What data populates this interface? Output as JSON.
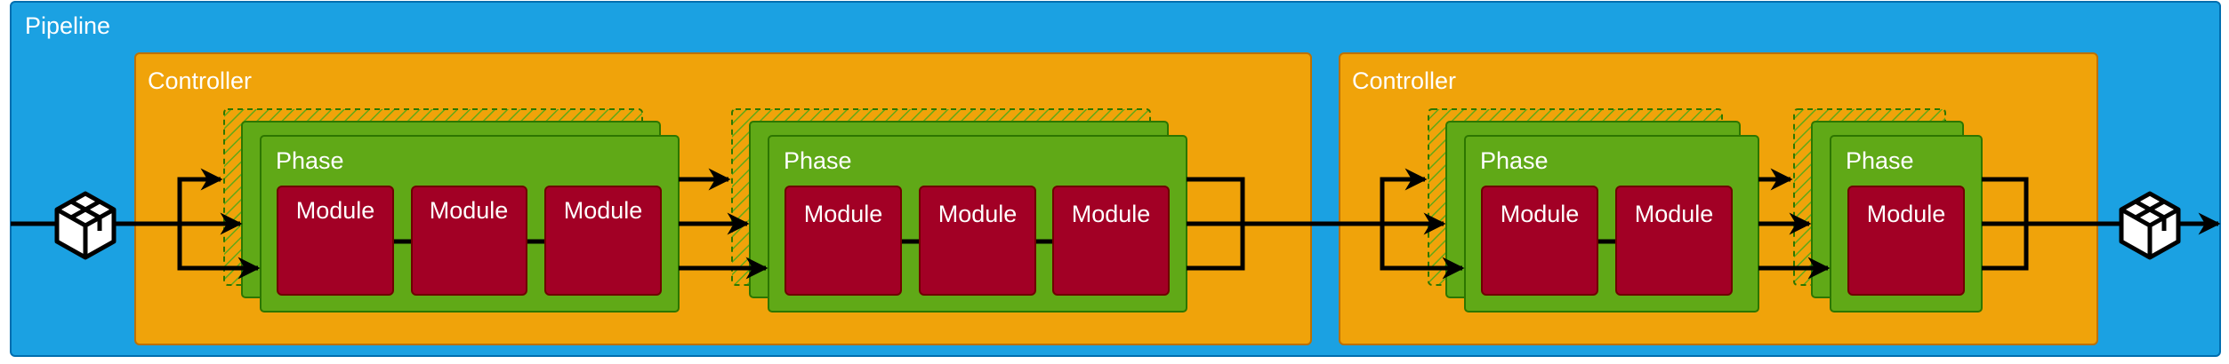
{
  "pipeline": {
    "label": "Pipeline",
    "colors": {
      "fill": "#1ba1e2",
      "stroke": "#006eaf"
    }
  },
  "controllers": [
    {
      "label": "Controller",
      "phases": [
        {
          "label": "Phase",
          "modules": [
            "Module",
            "Module",
            "Module"
          ]
        },
        {
          "label": "Phase",
          "modules": [
            "Module",
            "Module",
            "Module"
          ]
        }
      ]
    },
    {
      "label": "Controller",
      "phases": [
        {
          "label": "Phase",
          "modules": [
            "Module",
            "Module"
          ]
        },
        {
          "label": "Phase",
          "modules": [
            "Module"
          ]
        }
      ]
    }
  ],
  "icons": {
    "input": "package-icon",
    "output": "package-icon"
  },
  "colors": {
    "controller_fill": "#f0a30a",
    "controller_stroke": "#bd7000",
    "phase_fill": "#60a917",
    "phase_stroke": "#2d7600",
    "module_fill": "#a20025",
    "module_stroke": "#6f0000",
    "arrow": "#000000"
  }
}
